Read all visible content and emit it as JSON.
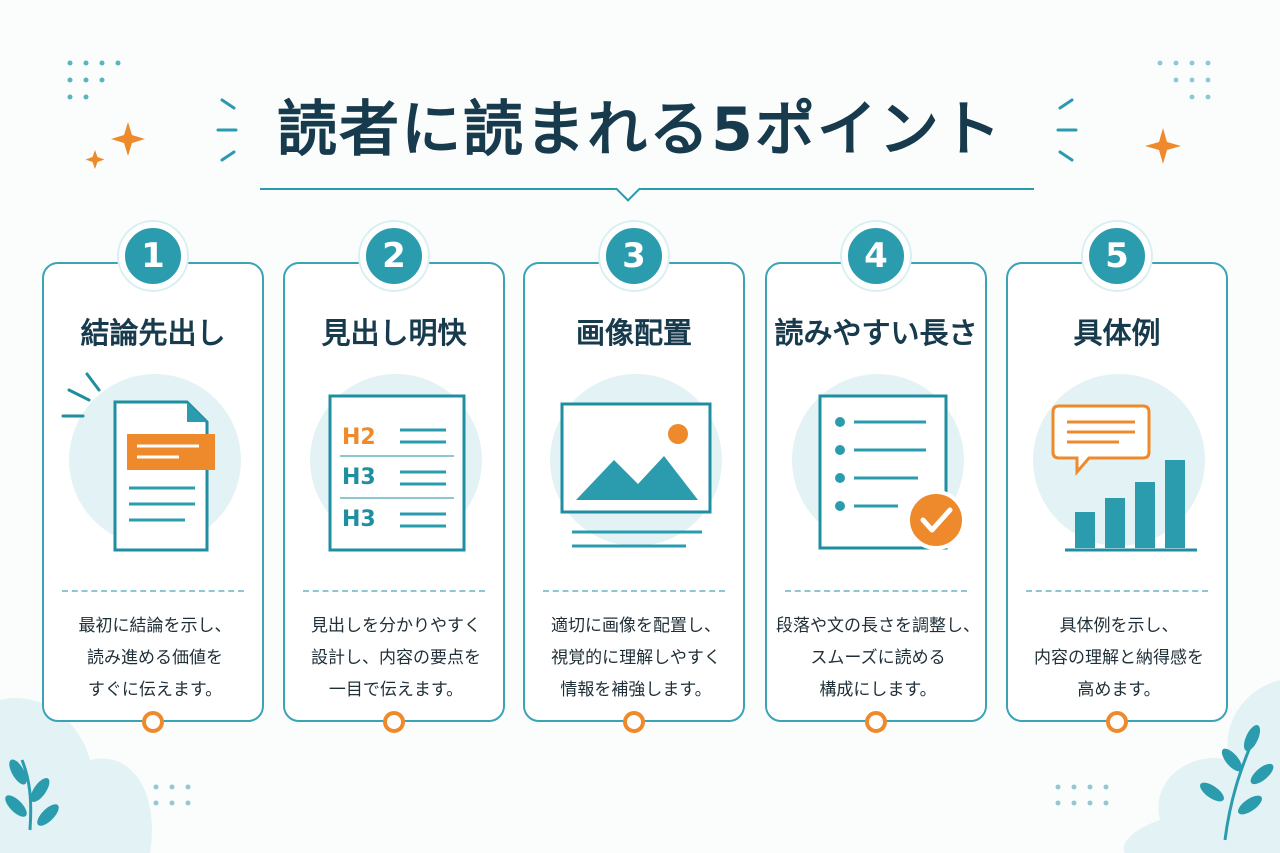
{
  "title": "読者に読まれる5ポイント",
  "colors": {
    "teal": "#2b9cae",
    "orange": "#ef8a2c",
    "navy": "#173a4d",
    "light_teal": "#e2f2f5"
  },
  "points": [
    {
      "number": "1",
      "title": "結論先出し",
      "icon": "document-highlight-icon",
      "desc": [
        "最初に結論を示し、",
        "読み進める価値を",
        "すぐに伝えます。"
      ]
    },
    {
      "number": "2",
      "title": "見出し明快",
      "icon": "headings-outline-icon",
      "labels": [
        "H2",
        "H3",
        "H3"
      ],
      "desc": [
        "見出しを分かりやすく",
        "設計し、内容の要点を",
        "一目で伝えます。"
      ]
    },
    {
      "number": "3",
      "title": "画像配置",
      "icon": "image-frame-icon",
      "desc": [
        "適切に画像を配置し、",
        "視覚的に理解しやすく",
        "情報を補強します。"
      ]
    },
    {
      "number": "4",
      "title": "読みやすい長さ",
      "icon": "checklist-check-icon",
      "desc": [
        "段落や文の長さを調整し、",
        "スムーズに読める",
        "構成にします。"
      ]
    },
    {
      "number": "5",
      "title": "具体例",
      "icon": "speech-bubble-bar-chart-icon",
      "desc": [
        "具体例を示し、",
        "内容の理解と納得感を",
        "高めます。"
      ]
    }
  ]
}
